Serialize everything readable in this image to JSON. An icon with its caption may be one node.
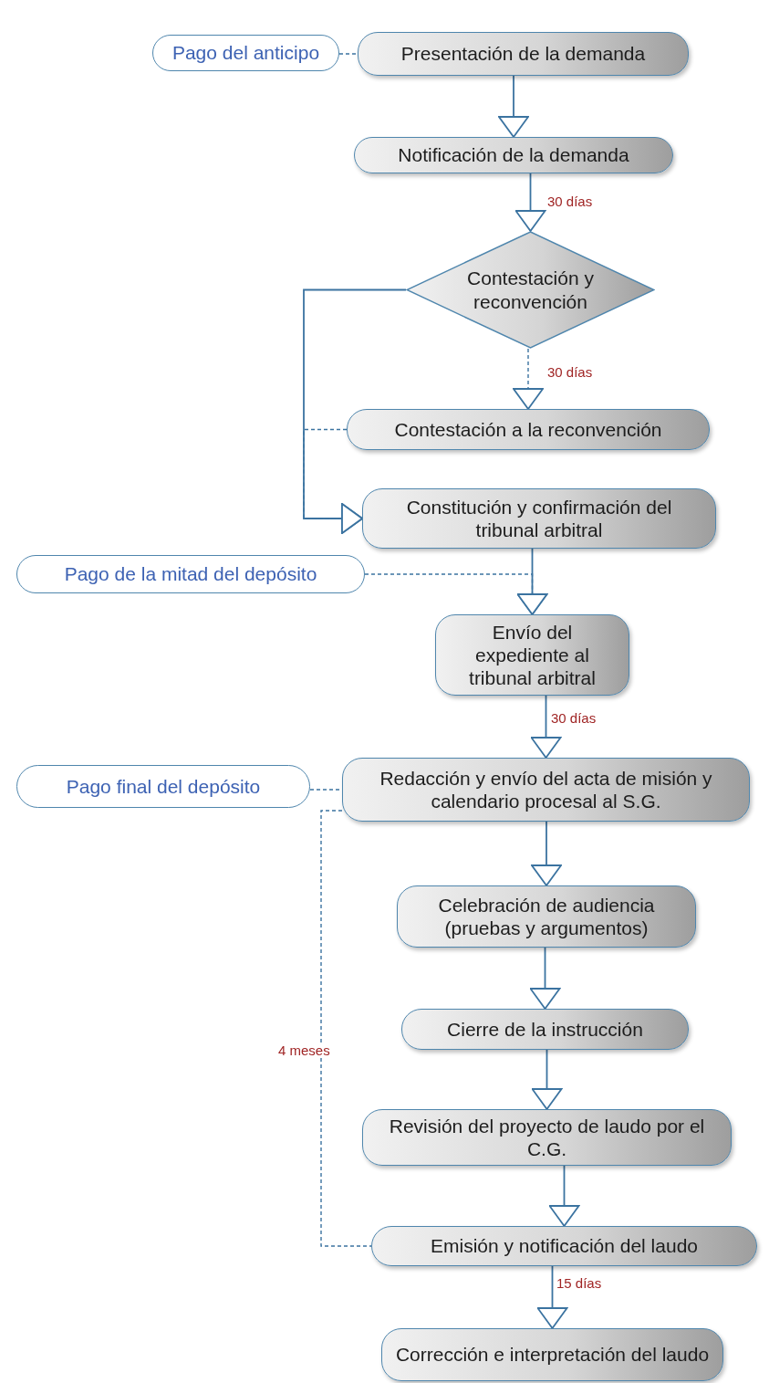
{
  "diagram": {
    "nodes": [
      {
        "text": [
          "Pago del anticipo"
        ]
      },
      {
        "text": [
          "Presentación de la demanda"
        ]
      },
      {
        "text": [
          "Notificación de la demanda"
        ]
      },
      {
        "text": [
          "Contestación y reconvención"
        ]
      },
      {
        "text": [
          "Contestación a la reconvención"
        ]
      },
      {
        "text": [
          "Constitución y confirmación del tribunal arbitral"
        ]
      },
      {
        "text": [
          "Pago de la mitad del depósito"
        ]
      },
      {
        "text": [
          "Envío del expediente al tribunal arbitral"
        ]
      },
      {
        "text": [
          "Pago final del depósito"
        ]
      },
      {
        "text": [
          "Redacción y envío del acta de misión y calendario procesal al S.G."
        ]
      },
      {
        "text": [
          "Celebración de audiencia (pruebas y argumentos)"
        ]
      },
      {
        "text": [
          "Cierre de la instrucción"
        ]
      },
      {
        "text": [
          "Revisión del proyecto de laudo por el C.G."
        ]
      },
      {
        "text": [
          "Emisión y notificación del laudo"
        ]
      },
      {
        "text": [
          "Corrección e interpretación del laudo"
        ]
      }
    ],
    "edges": [
      {
        "from": 0,
        "to": 1,
        "arrow": "none",
        "style": "dashed"
      },
      {
        "from": 1,
        "to": 2,
        "arrow": "to"
      },
      {
        "from": 2,
        "to": 3,
        "arrow": "to",
        "label": "30 días"
      },
      {
        "from": 3,
        "to": 4,
        "arrow": "to",
        "style": "dashed",
        "label": "30 días"
      },
      {
        "from": 3,
        "to": 5,
        "arrow": "to"
      },
      {
        "from": 4,
        "to": 5,
        "arrow": "to",
        "style": "dashed"
      },
      {
        "from": 5,
        "to": 7,
        "arrow": "to"
      },
      {
        "from": 6,
        "to": 7,
        "arrow": "to",
        "style": "dashed"
      },
      {
        "from": 7,
        "to": 9,
        "arrow": "to",
        "label": "30 días"
      },
      {
        "from": 8,
        "to": 9,
        "arrow": "none",
        "style": "dashed"
      },
      {
        "from": 9,
        "to": 10,
        "arrow": "to"
      },
      {
        "from": 10,
        "to": 11,
        "arrow": "to"
      },
      {
        "from": 11,
        "to": 12,
        "arrow": "to"
      },
      {
        "from": 12,
        "to": 13,
        "arrow": "to"
      },
      {
        "from": 13,
        "to": 14,
        "arrow": "to",
        "label": "15 días"
      },
      {
        "from": 9,
        "to": 13,
        "arrow": "none",
        "style": "dashed",
        "label": "4 meses"
      }
    ]
  }
}
